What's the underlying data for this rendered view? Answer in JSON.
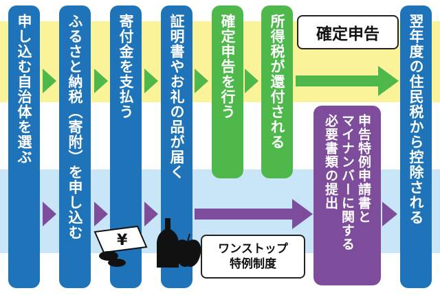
{
  "columns": [
    {
      "id": "select-municipality",
      "text": "申し込む自治体を選ぶ",
      "color": "#1f73b8"
    },
    {
      "id": "furusato-apply",
      "text": "ふるさと納税（寄附）を申し込む",
      "color": "#1f73b8"
    },
    {
      "id": "pay-donation",
      "text": "寄付金を支払う",
      "color": "#1f73b8"
    },
    {
      "id": "receive-certificate",
      "text": "証明書やお礼の品が届く",
      "color": "#1f73b8"
    },
    {
      "id": "do-tax-return",
      "text": "確定申告を行う",
      "color": "#4eb84a"
    },
    {
      "id": "income-tax-refund",
      "text": "所得税が還付される",
      "color": "#4eb84a"
    },
    {
      "id": "submit-forms",
      "text": "申告特例申請書と\nマイナンバーに関する\n必要書類の提出",
      "color": "#7d4c9a"
    },
    {
      "id": "resident-tax-deduction",
      "text": "翌年度の住民税から控除される",
      "color": "#1f73b8"
    }
  ],
  "labels": {
    "tax_return": "確定申告",
    "one_stop_line1": "ワンストップ",
    "one_stop_line2": "特例制度",
    "yen_symbol": "¥"
  },
  "colors": {
    "yellow_band": "#fbf39a",
    "blue_band": "#c8e6f7",
    "green_arrow": "#4eb84a",
    "purple_arrow": "#7d4c9a"
  }
}
